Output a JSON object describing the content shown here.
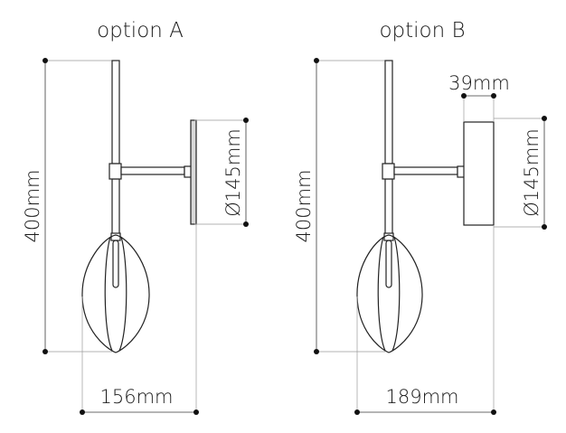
{
  "colors": {
    "ink": "#1a1a1a",
    "dimension_line": "#3a3a3a",
    "extension_line": "#9a9a9a",
    "plate_fill_a": "#d9d9d9"
  },
  "options": [
    {
      "title": "option A",
      "height": "400mm",
      "plate_diameter": "Ø145mm",
      "projection": "156mm"
    },
    {
      "title": "option B",
      "height": "400mm",
      "plate_diameter": "Ø145mm",
      "plate_depth": "39mm",
      "projection": "189mm"
    }
  ]
}
